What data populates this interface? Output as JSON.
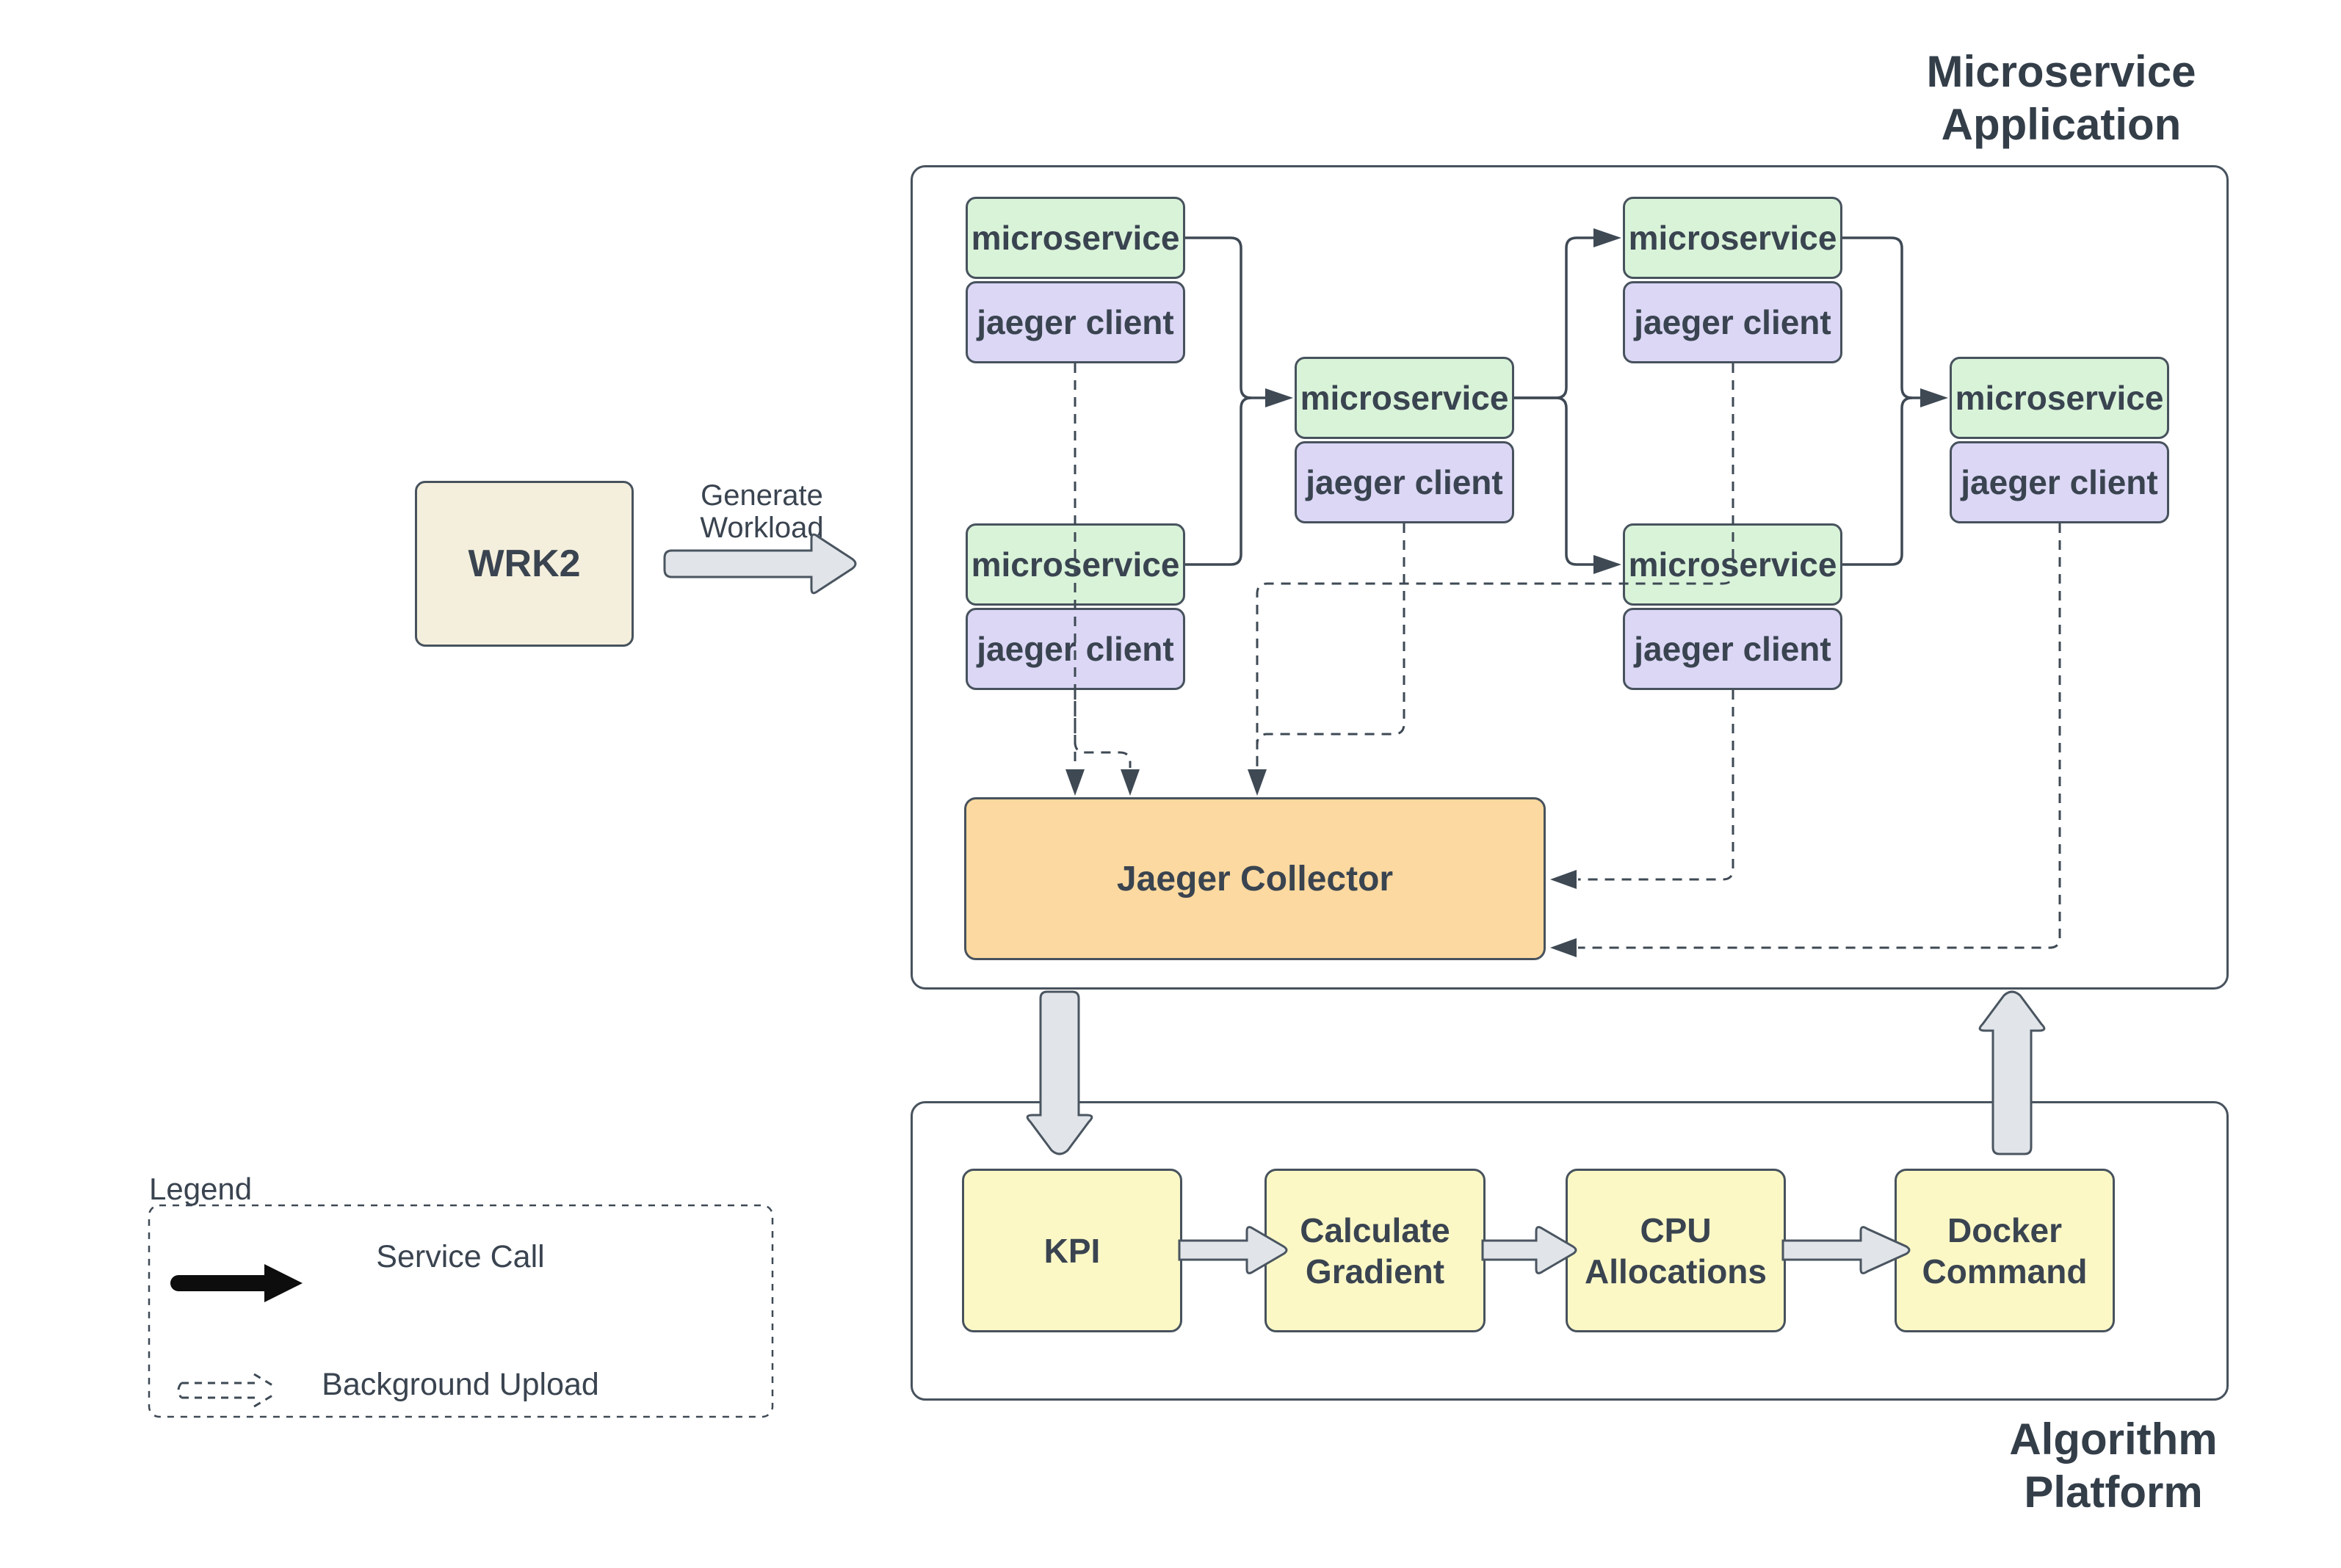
{
  "titles": {
    "app": {
      "line1": "Microservice",
      "line2": "Application"
    },
    "platform": {
      "line1": "Algorithm",
      "line2": "Platform"
    }
  },
  "workload": {
    "box_label": "WRK2",
    "arrow_label_line1": "Generate",
    "arrow_label_line2": "Workload"
  },
  "labels": {
    "microservice": "microservice",
    "jaeger_client": "jaeger client"
  },
  "collector": {
    "label": "Jaeger Collector"
  },
  "platform": {
    "steps": [
      "KPI",
      "Calculate Gradient",
      "CPU Allocations",
      "Docker Command"
    ]
  },
  "legend": {
    "title": "Legend",
    "service_call": "Service Call",
    "background_upload": "Background Upload"
  },
  "colors": {
    "microservice_fill": "#d9f3d9",
    "jaeger_client_fill": "#dbd7f5",
    "collector_fill": "#fcd9a0",
    "platform_step_fill": "#fbf8c6",
    "wrk2_fill": "#f4efdc",
    "block_arrow_fill": "#e1e5e9",
    "stroke": "#47525d",
    "connector": "#3e4954",
    "text": "#3a4450",
    "legend_service_call_arrow": "#0d0d0d"
  }
}
